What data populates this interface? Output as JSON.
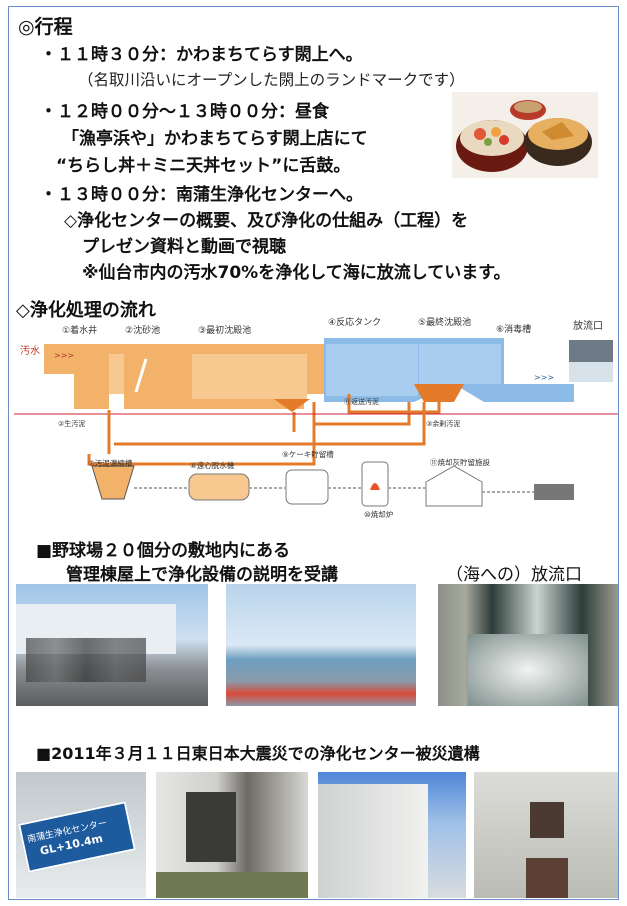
{
  "itinerary": {
    "heading": "◎行程",
    "item1": "・１１時３０分：かわまちてらす閖上へ。",
    "item1_note": "（名取川沿いにオープンした閖上のランドマークです）",
    "item2": "・１２時００分～１３時００分：昼食",
    "item2_line2": "「漁亭浜や」かわまちてらす閖上店にて",
    "item2_line3": "“ちらし丼＋ミニ天丼セット”に舌鼓。",
    "item3": "・１３時００分：南蒲生浄化センターへ。",
    "item3_line2": "◇浄化センターの概要、及び浄化の仕組み（工程）を",
    "item3_line3": "プレゼン資料と動画で視聴",
    "item3_line4": "※仙台市内の汚水70%を浄化して海に放流しています。"
  },
  "flow": {
    "heading": "◇浄化処理の流れ",
    "sewage": "汚水",
    "stage1": "①着水井",
    "stage2": "②沈砂池",
    "stage3": "③最初沈殿池",
    "stage4": "④反応タンク",
    "stage5": "⑤最終沈殿池",
    "stage6": "⑥消毒槽",
    "outlet": "放流口",
    "sludge_return": "⑪返送汚泥",
    "raw_sludge": "②生汚泥",
    "excess_sludge": "③余剰汚泥",
    "stage7": "⑦汚泥濃縮槽",
    "stage8": "⑧遠心脱水機",
    "stage9": "⑨ケーキ貯留槽",
    "stage10": "⑩焼却炉",
    "stage11": "⑪焼却灰貯留施設"
  },
  "section2": {
    "line1": "■野球場２０個分の敷地内にある",
    "line2": "管理棟屋上で浄化設備の説明を受講",
    "outfall_caption": "（海への）放流口"
  },
  "section3": {
    "heading": "■2011年３月１１日東日本大震災での浄化センター被災遺構",
    "sign_line1": "南蒲生浄化センター",
    "sign_line2": "GL+10.4m"
  }
}
